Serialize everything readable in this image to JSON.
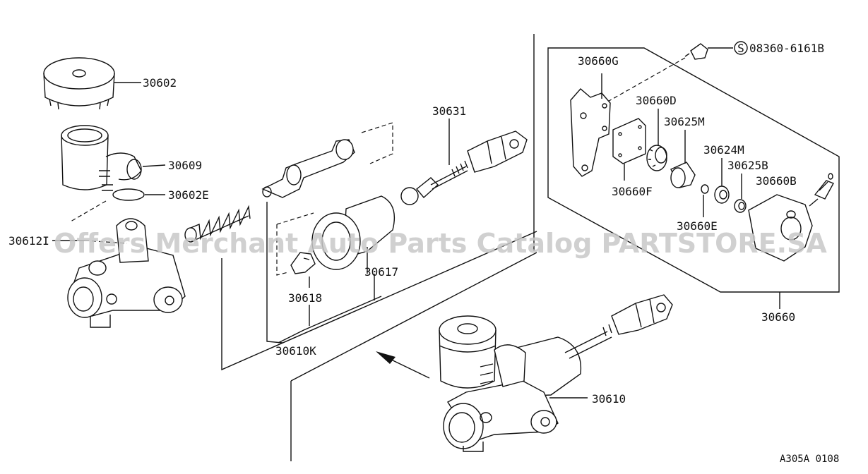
{
  "diagram": {
    "part_labels": {
      "p30602": "30602",
      "p30609": "30609",
      "p30602E": "30602E",
      "p30612I": "30612I",
      "p30631": "30631",
      "p30617": "30617",
      "p30618": "30618",
      "p30610K": "30610K",
      "p30610": "30610",
      "p30660G": "30660G",
      "p30660D": "30660D",
      "p30625M": "30625M",
      "p30624M": "30624M",
      "p30625B": "30625B",
      "p30660B": "30660B",
      "p30660F": "30660F",
      "p30660E": "30660E",
      "p30660": "30660",
      "bolt": "08360-6161B"
    },
    "bolt_symbol": "S",
    "reference_code": "A305A 0108",
    "watermark": "Offers Merchant Auto Parts Catalog PARTSTORE.SA"
  }
}
